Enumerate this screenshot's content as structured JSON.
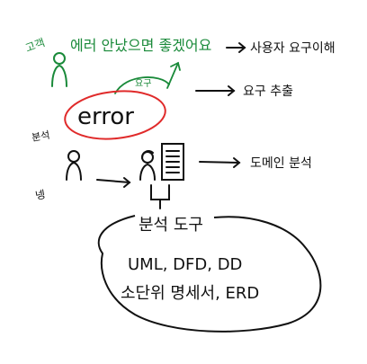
{
  "customer": {
    "label": "고객",
    "speech": "에러 안났으면 좋겠어요",
    "result": "사용자 요구이해"
  },
  "requirement": {
    "tag": "요구",
    "bubble_text": "error",
    "result": "요구 추출"
  },
  "analyst": {
    "label_top": "분석",
    "label_bottom": "넹"
  },
  "domain": {
    "result": "도메인 분석"
  },
  "tools": {
    "title": "분석 도구",
    "line1": "UML, DFD, DD",
    "line2": "소단위 명세서, ERD"
  },
  "colors": {
    "green": "#1a8a3a",
    "red": "#e02a2a",
    "ink": "#111111"
  }
}
